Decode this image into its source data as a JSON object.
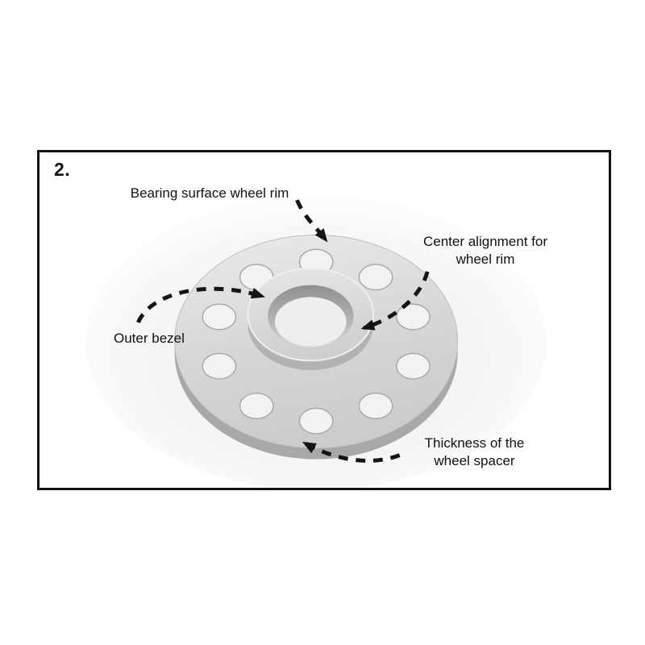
{
  "step_label": "2.",
  "annotations": {
    "bearing_surface": "Bearing surface wheel rim",
    "center_alignment_line1": "Center alignment for",
    "center_alignment_line2": "wheel rim",
    "outer_bezel": "Outer bezel",
    "thickness_line1": "Thickness of the",
    "thickness_line2": "wheel spacer"
  },
  "illustration": {
    "subject": "wheel spacer with ten bolt holes and raised center hub",
    "colors": {
      "frame_border": "#111111",
      "text": "#111111",
      "arrow": "#141414",
      "disc_light": "#eaeaea",
      "disc_mid": "#d3d3d3",
      "disc_side": "#a8a8a8",
      "hub_top": "#dcdcdc",
      "bore_shadow": "#8f8f8f",
      "hole_fill": "#f2f2f2"
    }
  }
}
